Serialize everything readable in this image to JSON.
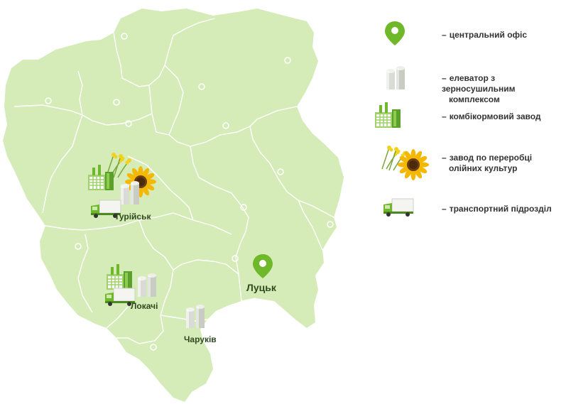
{
  "colors": {
    "region_fill": "#d5ecb8",
    "border": "#ffffff",
    "pin": "#6fb82a",
    "accent": "#8dc63f",
    "text": "#333333"
  },
  "cities": {
    "lutsk": {
      "name": "Луцьк",
      "icons": [
        "pin-icon"
      ]
    },
    "turiisk": {
      "name": "Турійськ",
      "icons": [
        "feed-plant-icon",
        "oilseed-plant-icon",
        "elevator-icon",
        "truck-icon"
      ]
    },
    "lokachi": {
      "name": "Локачі",
      "icons": [
        "feed-plant-icon",
        "elevator-icon",
        "truck-icon"
      ]
    },
    "charukiv": {
      "name": "Чаруків",
      "icons": [
        "elevator-icon"
      ]
    }
  },
  "legend": {
    "central_office": {
      "dash": "–",
      "text": "центральний офіс",
      "icon": "pin-icon"
    },
    "elevator": {
      "dash": "–",
      "text_line1": "елеватор з зерносушильним",
      "text_line2": "комплексом",
      "icon": "elevator-icon"
    },
    "feed_plant": {
      "dash": "–",
      "text": "комбікормовий завод",
      "icon": "feed-plant-icon"
    },
    "oilseed": {
      "dash": "–",
      "text_line1": "завод по переробці",
      "text_line2": "олійних культур",
      "icon": "oilseed-plant-icon"
    },
    "transport": {
      "dash": "–",
      "text": "транспортний підрозділ",
      "icon": "truck-icon"
    }
  }
}
